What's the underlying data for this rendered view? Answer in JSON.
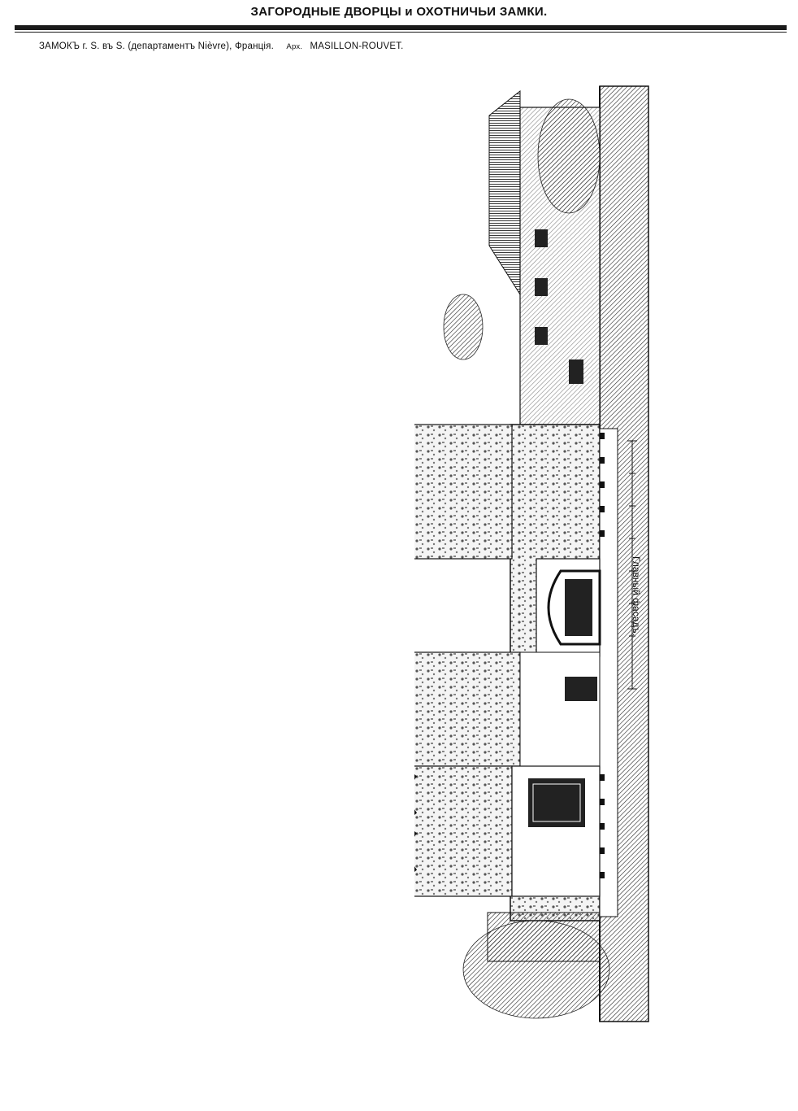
{
  "header": {
    "title": "ЗАГОРОДНЫЕ ДВОРЦЫ и ОХОТНИЧЬИ ЗАМКИ."
  },
  "caption": {
    "subject": "ЗАМОКЪ г. S. въ S. (департаментъ Nièvre), Франція.",
    "architect_label": "Арх.",
    "architect": "MASILLON-ROUVET."
  },
  "drawing": {
    "label": "Главный фасадъ."
  }
}
